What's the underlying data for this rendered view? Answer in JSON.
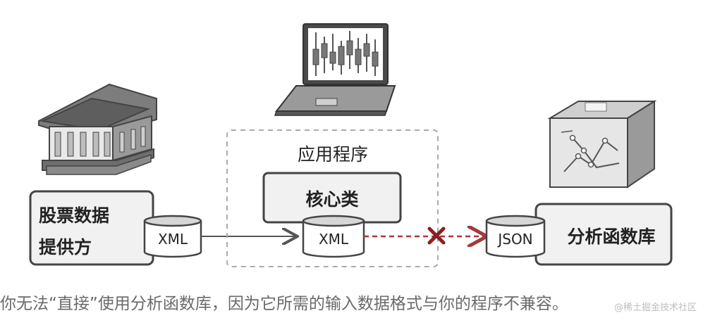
{
  "app_box": {
    "title": "应用程序"
  },
  "core_class": {
    "label": "核心类"
  },
  "provider": {
    "line1": "股票数据",
    "line2": "提供方"
  },
  "analytics_lib": {
    "label": "分析函数库"
  },
  "formats": {
    "provider_format": "XML",
    "app_format": "XML",
    "lib_format": "JSON"
  },
  "caption": "你无法“直接”使用分析函数库，因为它所需的输入数据格式与你的程序不兼容。",
  "watermark": "@稀土掘金技术社区",
  "colors": {
    "outline": "#444444",
    "box_fill": "#f1f1f1",
    "dashed_red": "#a33a3a",
    "x_mark": "#8a2020",
    "caption_text": "#6a6a6a"
  }
}
